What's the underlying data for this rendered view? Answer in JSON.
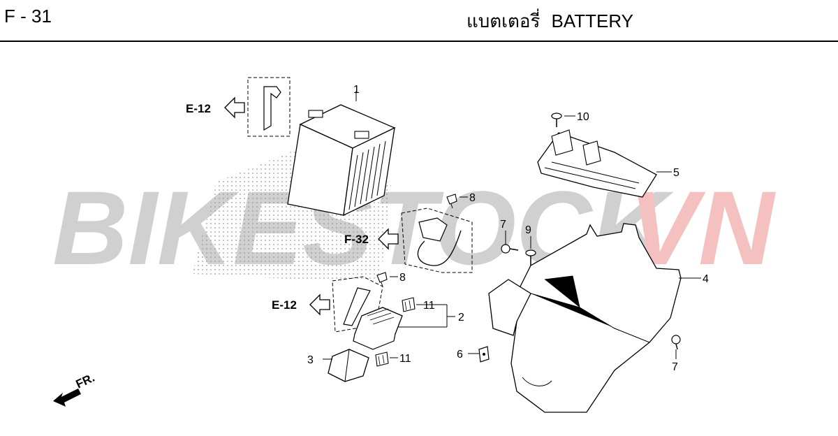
{
  "header": {
    "page_code": "F - 31",
    "title_thai": "แบตเตอรี่",
    "title_en": "BATTERY"
  },
  "watermark": {
    "text_main": "BIKESTOCK",
    "text_accent": "VN",
    "color_main": "#c8c8c8",
    "color_accent": "#f4b6b6"
  },
  "refs": {
    "e12_top": "E-12",
    "f32": "F-32",
    "e12_bottom": "E-12"
  },
  "callouts": {
    "battery": "1",
    "fuse_box_group": "2",
    "fuse_cover": "3",
    "battery_box": "4",
    "battery_cover": "5",
    "nut": "6",
    "bolt_left": "7",
    "bolt_right": "7",
    "screw_top": "8",
    "screw_mid": "8",
    "screw_9": "9",
    "clip_10": "10",
    "fuse_upper": "11",
    "fuse_lower": "11"
  },
  "front_marker": "FR."
}
